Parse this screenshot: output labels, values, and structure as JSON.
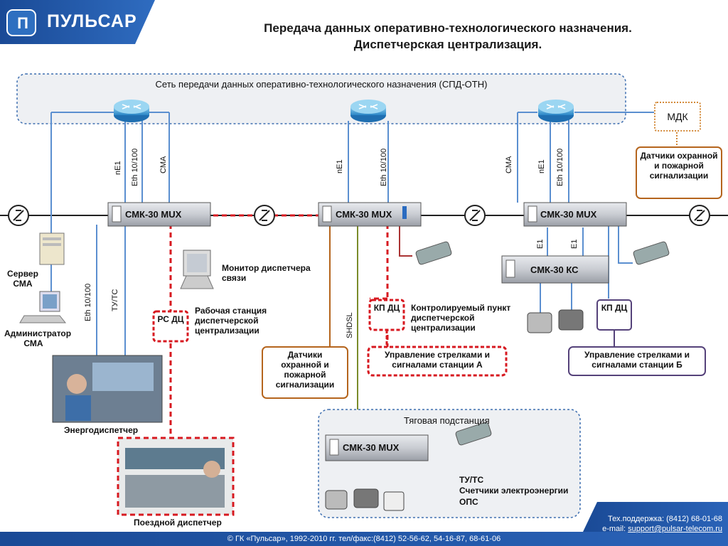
{
  "header": {
    "logo_letter": "П",
    "logo_name": "ПУЛЬСАР",
    "title_line1": "Передача данных оперативно-технологического назначения.",
    "title_line2": "Диспетчерская централизация."
  },
  "network": {
    "label": "Сеть передачи данных оперативно-технологического назначения (СПД-ОТН)",
    "mdk": "МДК"
  },
  "mux_label": "СМК-30 MUX",
  "ks_label": "СМК-30 КС",
  "links": {
    "ne1": "nE1",
    "eth": "Eth 10/100",
    "cma": "СМА",
    "e1": "E1",
    "tuts": "ТУ/ТС",
    "shdsl": "SHDSL"
  },
  "left": {
    "server": "Сервер СМА",
    "admin": "Администратор СМА",
    "energy": "Энергодиспетчер",
    "train": "Поездной диспетчер",
    "monitor": "Монитор диспетчера связи",
    "workstation": "Рабочая станция диспетчерской централизации",
    "rs_box": "РС ДЦ"
  },
  "mid": {
    "sensors": "Датчики охранной и пожарной сигнализации",
    "kp_box": "КП ДЦ",
    "kp_label": "Контролируемый пункт диспетчерской централизации",
    "control_a": "Управление стрелками и сигналами станции А"
  },
  "right": {
    "sensors": "Датчики охранной и пожарной сигнализации",
    "kp_box": "КП ДЦ",
    "control_b": "Управление стрелками и сигналами станции Б"
  },
  "substation": {
    "label": "Тяговая подстанция",
    "out_tuts": "ТУ/ТС",
    "out_meters": "Счетчики электроэнергии",
    "out_ops": "ОПС"
  },
  "footer": {
    "copyright": "© ГК «Пульсар», 1992-2010 гг. тел/факс:(8412) 52-56-62, 54-16-87, 68-61-06",
    "support_phone": "Тех.поддержка: (8412) 68-01-68",
    "support_email_label": "e-mail: ",
    "support_email": "support@pulsar-telecom.ru"
  },
  "colors": {
    "brand_blue": "#1e4f9c",
    "link_blue": "#5b8fd0",
    "dc_red": "#d71920",
    "sensor_brown": "#b5651d",
    "substation_olive": "#7a8b2a"
  }
}
